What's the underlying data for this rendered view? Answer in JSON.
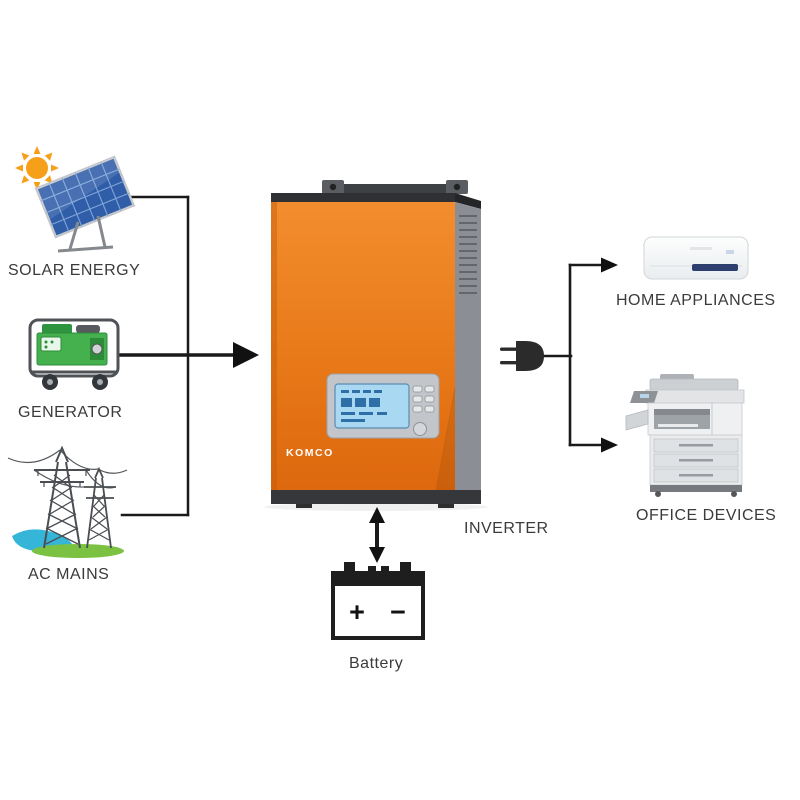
{
  "diagram": {
    "type": "energy-flow-diagram",
    "inverter": {
      "label": "INVERTER",
      "brand": "KOMCO"
    },
    "sources": [
      {
        "label": "SOLAR ENERGY"
      },
      {
        "label": "GENERATOR"
      },
      {
        "label": "AC MAINS"
      }
    ],
    "outputs": [
      {
        "label": "HOME APPLIANCES"
      },
      {
        "label": "OFFICE DEVICES"
      }
    ],
    "storage": {
      "label": "Battery",
      "direction": "both"
    },
    "battery_signs": {
      "plus": "+",
      "minus": "−"
    },
    "connections": [
      {
        "from": "SOLAR ENERGY",
        "to": "INVERTER"
      },
      {
        "from": "GENERATOR",
        "to": "INVERTER"
      },
      {
        "from": "AC MAINS",
        "to": "INVERTER"
      },
      {
        "from": "INVERTER",
        "to": "HOME APPLIANCES"
      },
      {
        "from": "INVERTER",
        "to": "OFFICE DEVICES"
      },
      {
        "from": "INVERTER",
        "to": "Battery",
        "direction": "both"
      }
    ],
    "colors": {
      "inverter_body": "#E87918",
      "inverter_side": "#8B8F95",
      "sun": "#F6A01A",
      "solar_panel": "#2F5DA8",
      "generator": "#45B14E",
      "ground_blue": "#35B5D8",
      "ground_green": "#7CC242",
      "connector": "#1A1A1A",
      "label_text": "#3B3B3B",
      "lcd_screen": "#A8D8F2"
    }
  }
}
